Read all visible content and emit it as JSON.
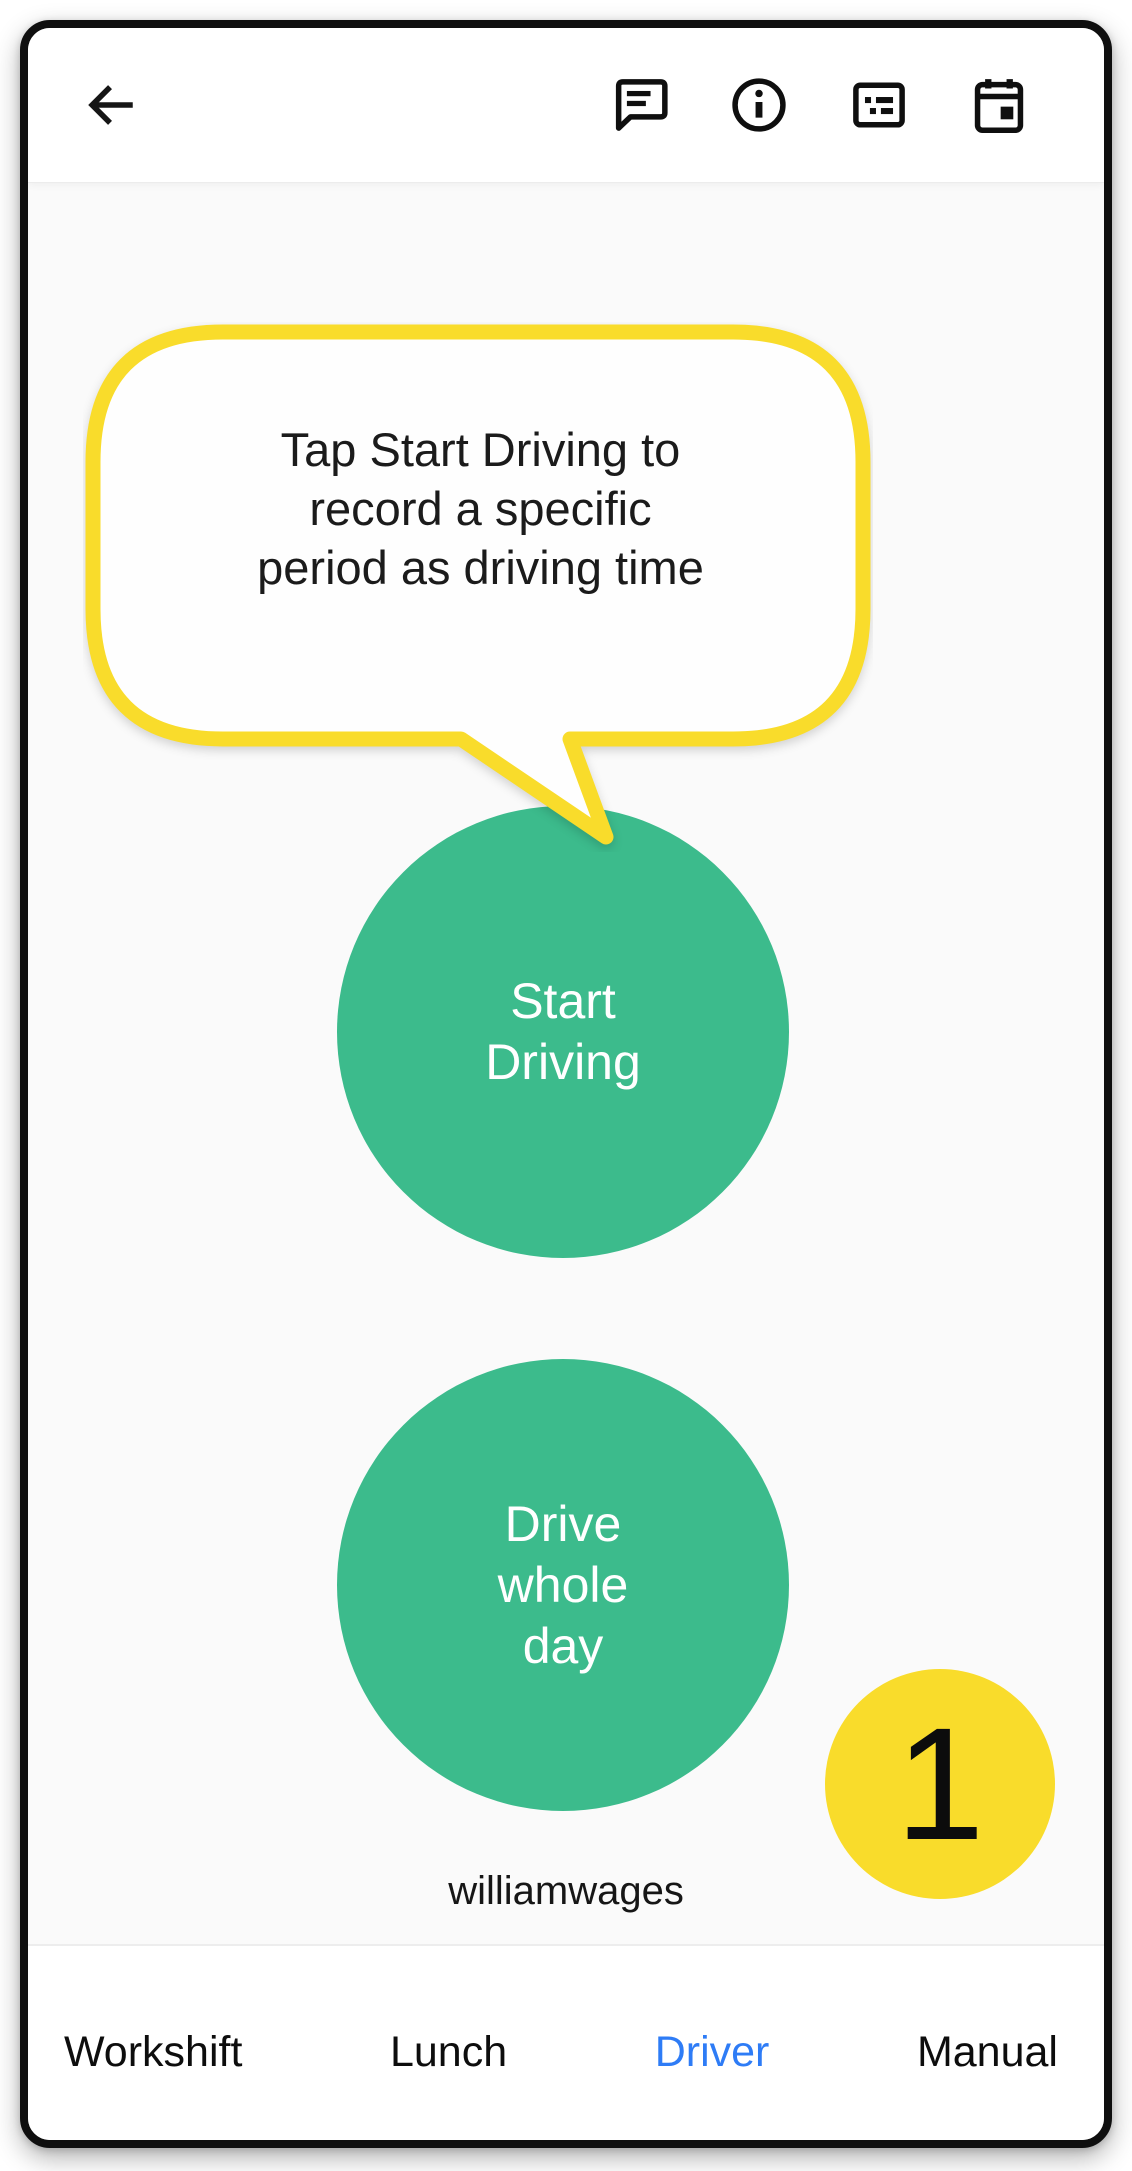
{
  "topbar": {
    "back_icon": "arrow-left",
    "action_icons": [
      "chat",
      "info",
      "subtitles-card",
      "calendar-event"
    ]
  },
  "tooltip": {
    "lines": [
      "Tap Start Driving to",
      "record a specific",
      "period as driving time"
    ]
  },
  "actions": {
    "start_driving": {
      "lines": [
        "Start",
        "Driving"
      ]
    },
    "drive_whole_day": {
      "lines": [
        "Drive",
        "whole",
        "day"
      ]
    }
  },
  "step_badge": {
    "value": "1"
  },
  "footer": {
    "username": "williamwages"
  },
  "tabbar": {
    "tabs": [
      {
        "label": "Workshift",
        "active": false
      },
      {
        "label": "Lunch",
        "active": false
      },
      {
        "label": "Driver",
        "active": true
      },
      {
        "label": "Manual",
        "active": false
      }
    ]
  },
  "colors": {
    "primary_green": "#3cbb8c",
    "highlight_yellow": "#f9dc2b",
    "active_tab_blue": "#2e7cf6",
    "text_dark": "#1c1c1c",
    "frame_black": "#0f0f0f"
  }
}
